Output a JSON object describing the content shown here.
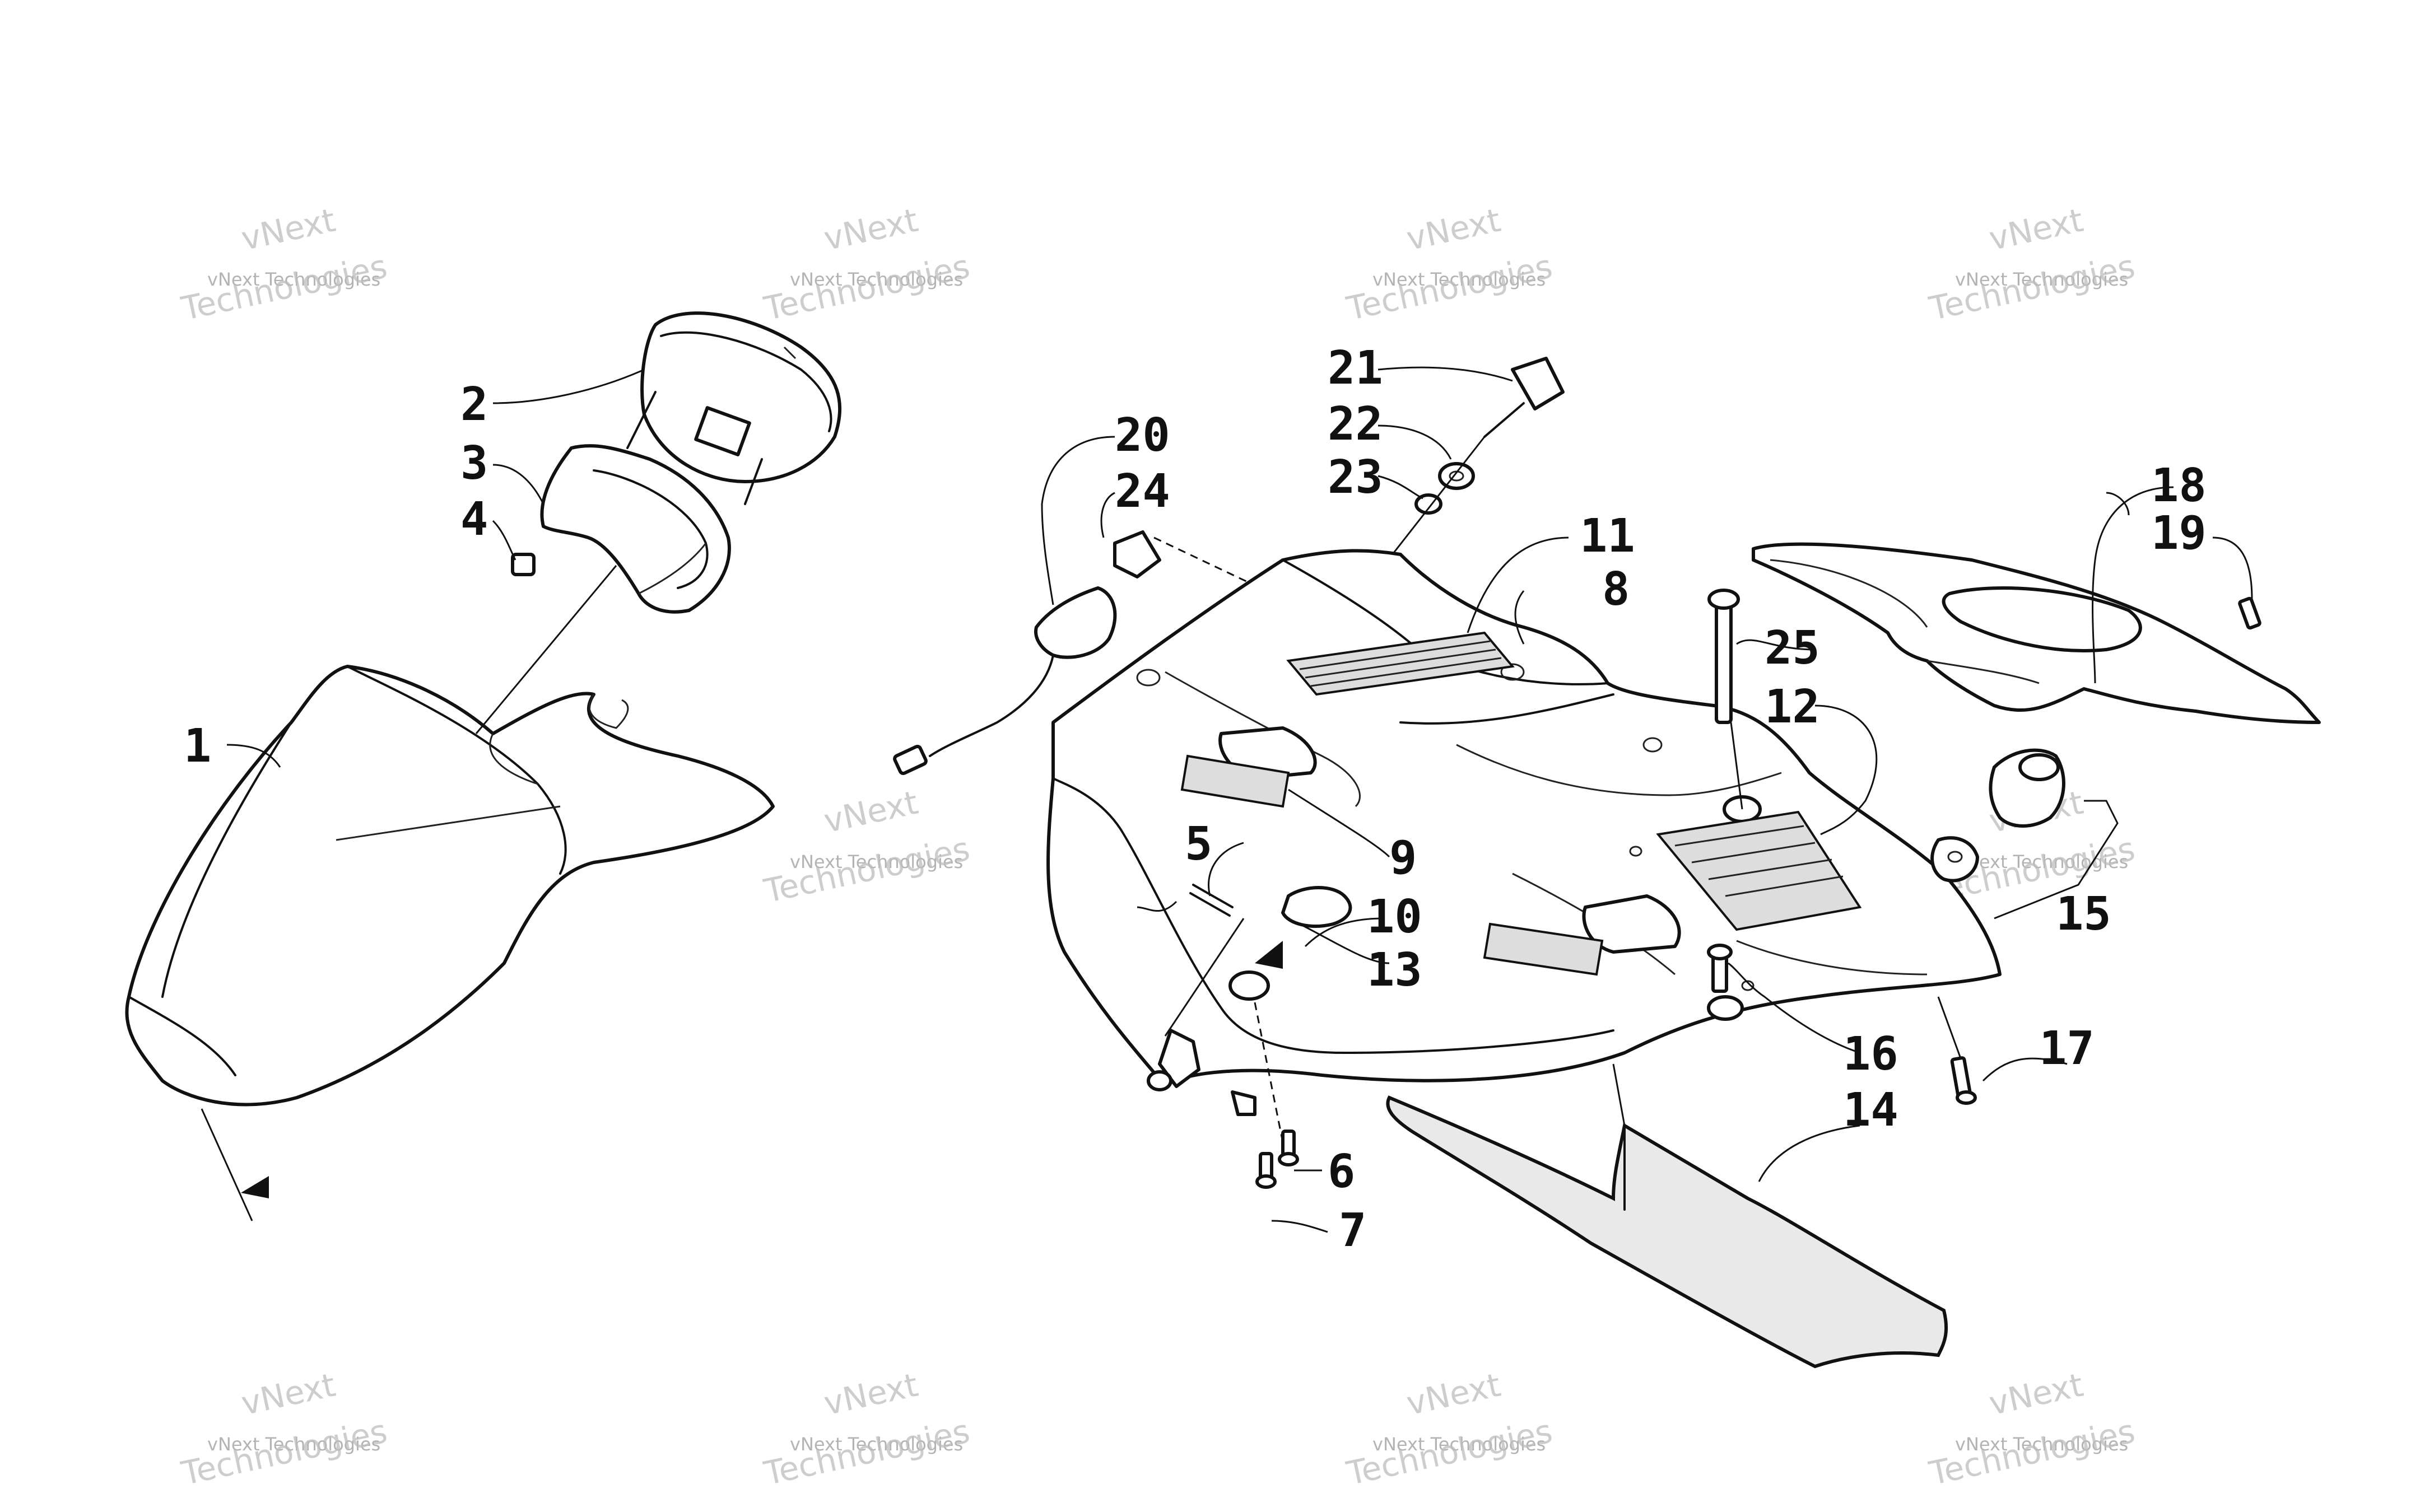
{
  "watermark": {
    "line1": "vNext",
    "line2": "vNext Technologies",
    "line3": "Technologies"
  },
  "callouts": {
    "c1": "1",
    "c2": "2",
    "c3": "3",
    "c4": "4",
    "c5": "5",
    "c6": "6",
    "c7": "7",
    "c8": "8",
    "c9": "9",
    "c10": "10",
    "c11": "11",
    "c12": "12",
    "c13": "13",
    "c14": "14",
    "c15": "15",
    "c16": "16",
    "c17": "17",
    "c18": "18",
    "c19": "19",
    "c20": "20",
    "c21": "21",
    "c22": "22",
    "c23": "23",
    "c24": "24",
    "c25": "25"
  }
}
